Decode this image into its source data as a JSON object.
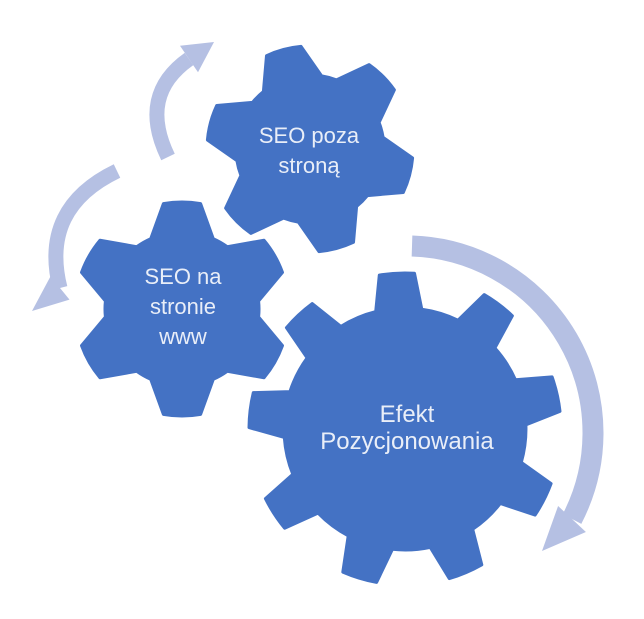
{
  "diagram": {
    "type": "gears-process-diagram",
    "gears": [
      {
        "id": "seo-poza-strona",
        "label": "SEO poza stroną"
      },
      {
        "id": "seo-na-stronie-www",
        "label": "SEO na stronie www"
      },
      {
        "id": "efekt-pozycjonowania",
        "label": "Efekt Pozycjonowania"
      }
    ],
    "arrows": [
      {
        "id": "arrow-up-right",
        "direction": "curved-up-right"
      },
      {
        "id": "arrow-down-left",
        "direction": "curved-down-left"
      },
      {
        "id": "arrow-clockwise",
        "direction": "large-clockwise-sweep"
      }
    ],
    "colors": {
      "gear_fill": "#4472C4",
      "arrow_fill": "#B5C0E3",
      "label_text": "#E9EEF8",
      "background": "#FFFFFF"
    }
  }
}
